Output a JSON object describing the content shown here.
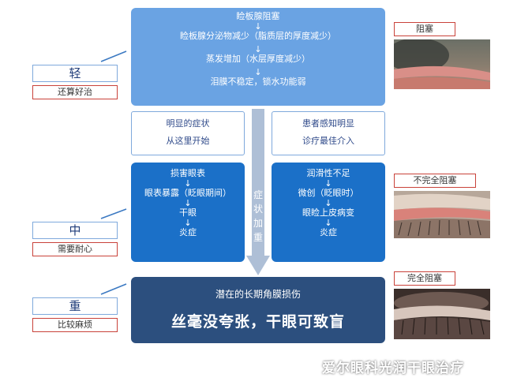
{
  "top_box": {
    "line1": "睑板腺阻塞",
    "line2": "睑板腺分泌物减少（脂质层的厚度减少）",
    "line3": "蒸发增加（水层厚度减少）",
    "line4": "泪膜不稳定，锁水功能弱",
    "arrow": "↓"
  },
  "info_left": {
    "line1": "明显的症状",
    "line2": "从这里开始"
  },
  "info_right": {
    "line1": "患者感知明显",
    "line2": "诊疗最佳介入"
  },
  "mid_left": {
    "items": [
      "损害眼表",
      "眼表暴露（眨眼期间）",
      "干眼",
      "炎症"
    ],
    "arrow": "↓"
  },
  "mid_right": {
    "items": [
      "润滑性不足",
      "微创（眨眼时）",
      "眼睑上皮病变",
      "炎症"
    ],
    "arrow": "↓"
  },
  "center_arrow": {
    "label": [
      "症",
      "状",
      "加",
      "重"
    ]
  },
  "bottom_box": {
    "line1": "潜在的长期角膜损伤",
    "line2": "丝毫没夸张，干眼可致盲"
  },
  "severity": [
    {
      "level": "轻",
      "note": "还算好治"
    },
    {
      "level": "中",
      "note": "需要耐心"
    },
    {
      "level": "重",
      "note": "比较麻烦"
    }
  ],
  "photos": [
    {
      "label": "阻塞",
      "icon": "eyelid-photo-icon"
    },
    {
      "label": "不完全阻塞",
      "icon": "eyelid-photo-icon"
    },
    {
      "label": "完全阻塞",
      "icon": "eyelid-photo-icon"
    }
  ],
  "watermark": "爱尔眼科光润干眼治疗",
  "colors": {
    "top": "#6aa3e3",
    "mid": "#1b70c8",
    "bottom": "#2c4f7e",
    "arrow": "#aebfd6",
    "accent_red": "#c9423a"
  }
}
